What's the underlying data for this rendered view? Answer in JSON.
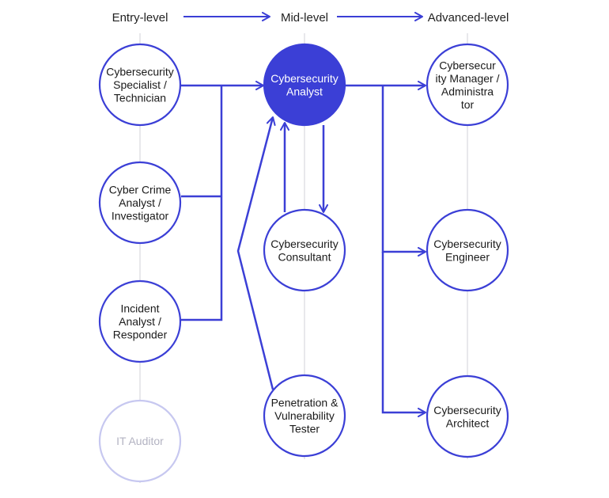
{
  "colors": {
    "accent": "#3b3fd6",
    "guide": "#d9d9de",
    "faded": "#c7c8f0",
    "faded_text": "#b3b3c2",
    "text": "#1a1a1a",
    "white": "#ffffff"
  },
  "headers": [
    {
      "id": "entry",
      "label": "Entry-level"
    },
    {
      "id": "mid",
      "label": "Mid-level"
    },
    {
      "id": "advanced",
      "label": "Advanced-level"
    }
  ],
  "nodes": [
    {
      "id": "specialist",
      "lines": [
        "Cybersecurity",
        "Specialist /",
        "Technician"
      ],
      "style": "normal"
    },
    {
      "id": "crime",
      "lines": [
        "Cyber Crime",
        "Analyst /",
        "Investigator"
      ],
      "style": "normal"
    },
    {
      "id": "incident",
      "lines": [
        "Incident",
        "Analyst /",
        "Responder"
      ],
      "style": "normal"
    },
    {
      "id": "auditor",
      "lines": [
        "IT Auditor"
      ],
      "style": "faded"
    },
    {
      "id": "analyst",
      "lines": [
        "Cybersecurity",
        "Analyst"
      ],
      "style": "filled"
    },
    {
      "id": "consultant",
      "lines": [
        "Cybersecurity",
        "Consultant"
      ],
      "style": "normal"
    },
    {
      "id": "pentester",
      "lines": [
        "Penetration &",
        "Vulnerability",
        "Tester"
      ],
      "style": "normal"
    },
    {
      "id": "manager",
      "lines": [
        "Cybersecur",
        "ity Manager /",
        "Administra",
        "tor"
      ],
      "style": "normal"
    },
    {
      "id": "engineer",
      "lines": [
        "Cybersecurity",
        "Engineer"
      ],
      "style": "normal"
    },
    {
      "id": "architect",
      "lines": [
        "Cybersecurity",
        "Architect"
      ],
      "style": "normal"
    }
  ]
}
